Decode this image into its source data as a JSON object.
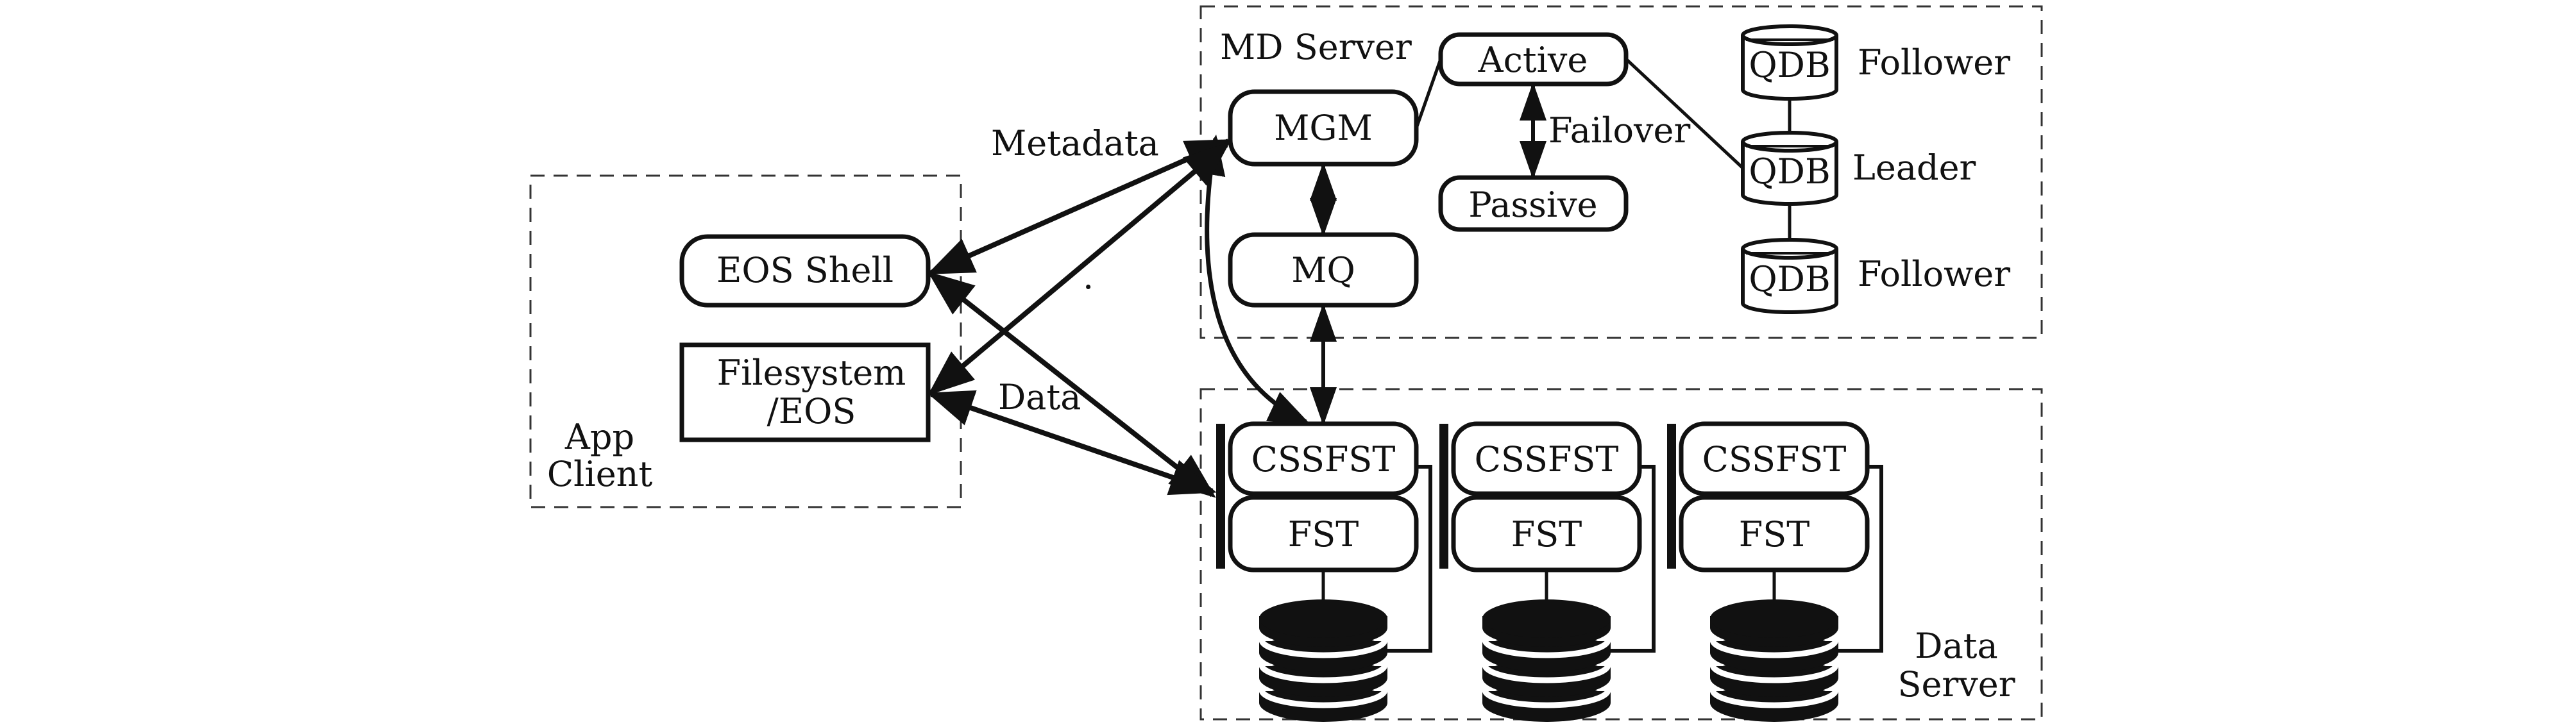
{
  "groups": {
    "app_client": {
      "label_line1": "App",
      "label_line2": "Client"
    },
    "md_server": {
      "label": "MD Server"
    },
    "data_server": {
      "label_line1": "Data",
      "label_line2": "Server"
    }
  },
  "nodes": {
    "eos_shell": "EOS Shell",
    "filesystem_line1": "Filesystem",
    "filesystem_line2": "/EOS",
    "mgm": "MGM",
    "mq": "MQ",
    "active": "Active",
    "passive": "Passive",
    "qdb_top": "QDB",
    "qdb_mid": "QDB",
    "qdb_bottom": "QDB",
    "cssfst": [
      "CSSFST",
      "CSSFST",
      "CSSFST"
    ],
    "fst": [
      "FST",
      "FST",
      "FST"
    ]
  },
  "roles": {
    "qdb_top": "Follower",
    "qdb_mid": "Leader",
    "qdb_bottom": "Follower"
  },
  "edge_labels": {
    "metadata": "Metadata",
    "data": "Data",
    "failover": "Failover"
  },
  "stray_mark": "."
}
